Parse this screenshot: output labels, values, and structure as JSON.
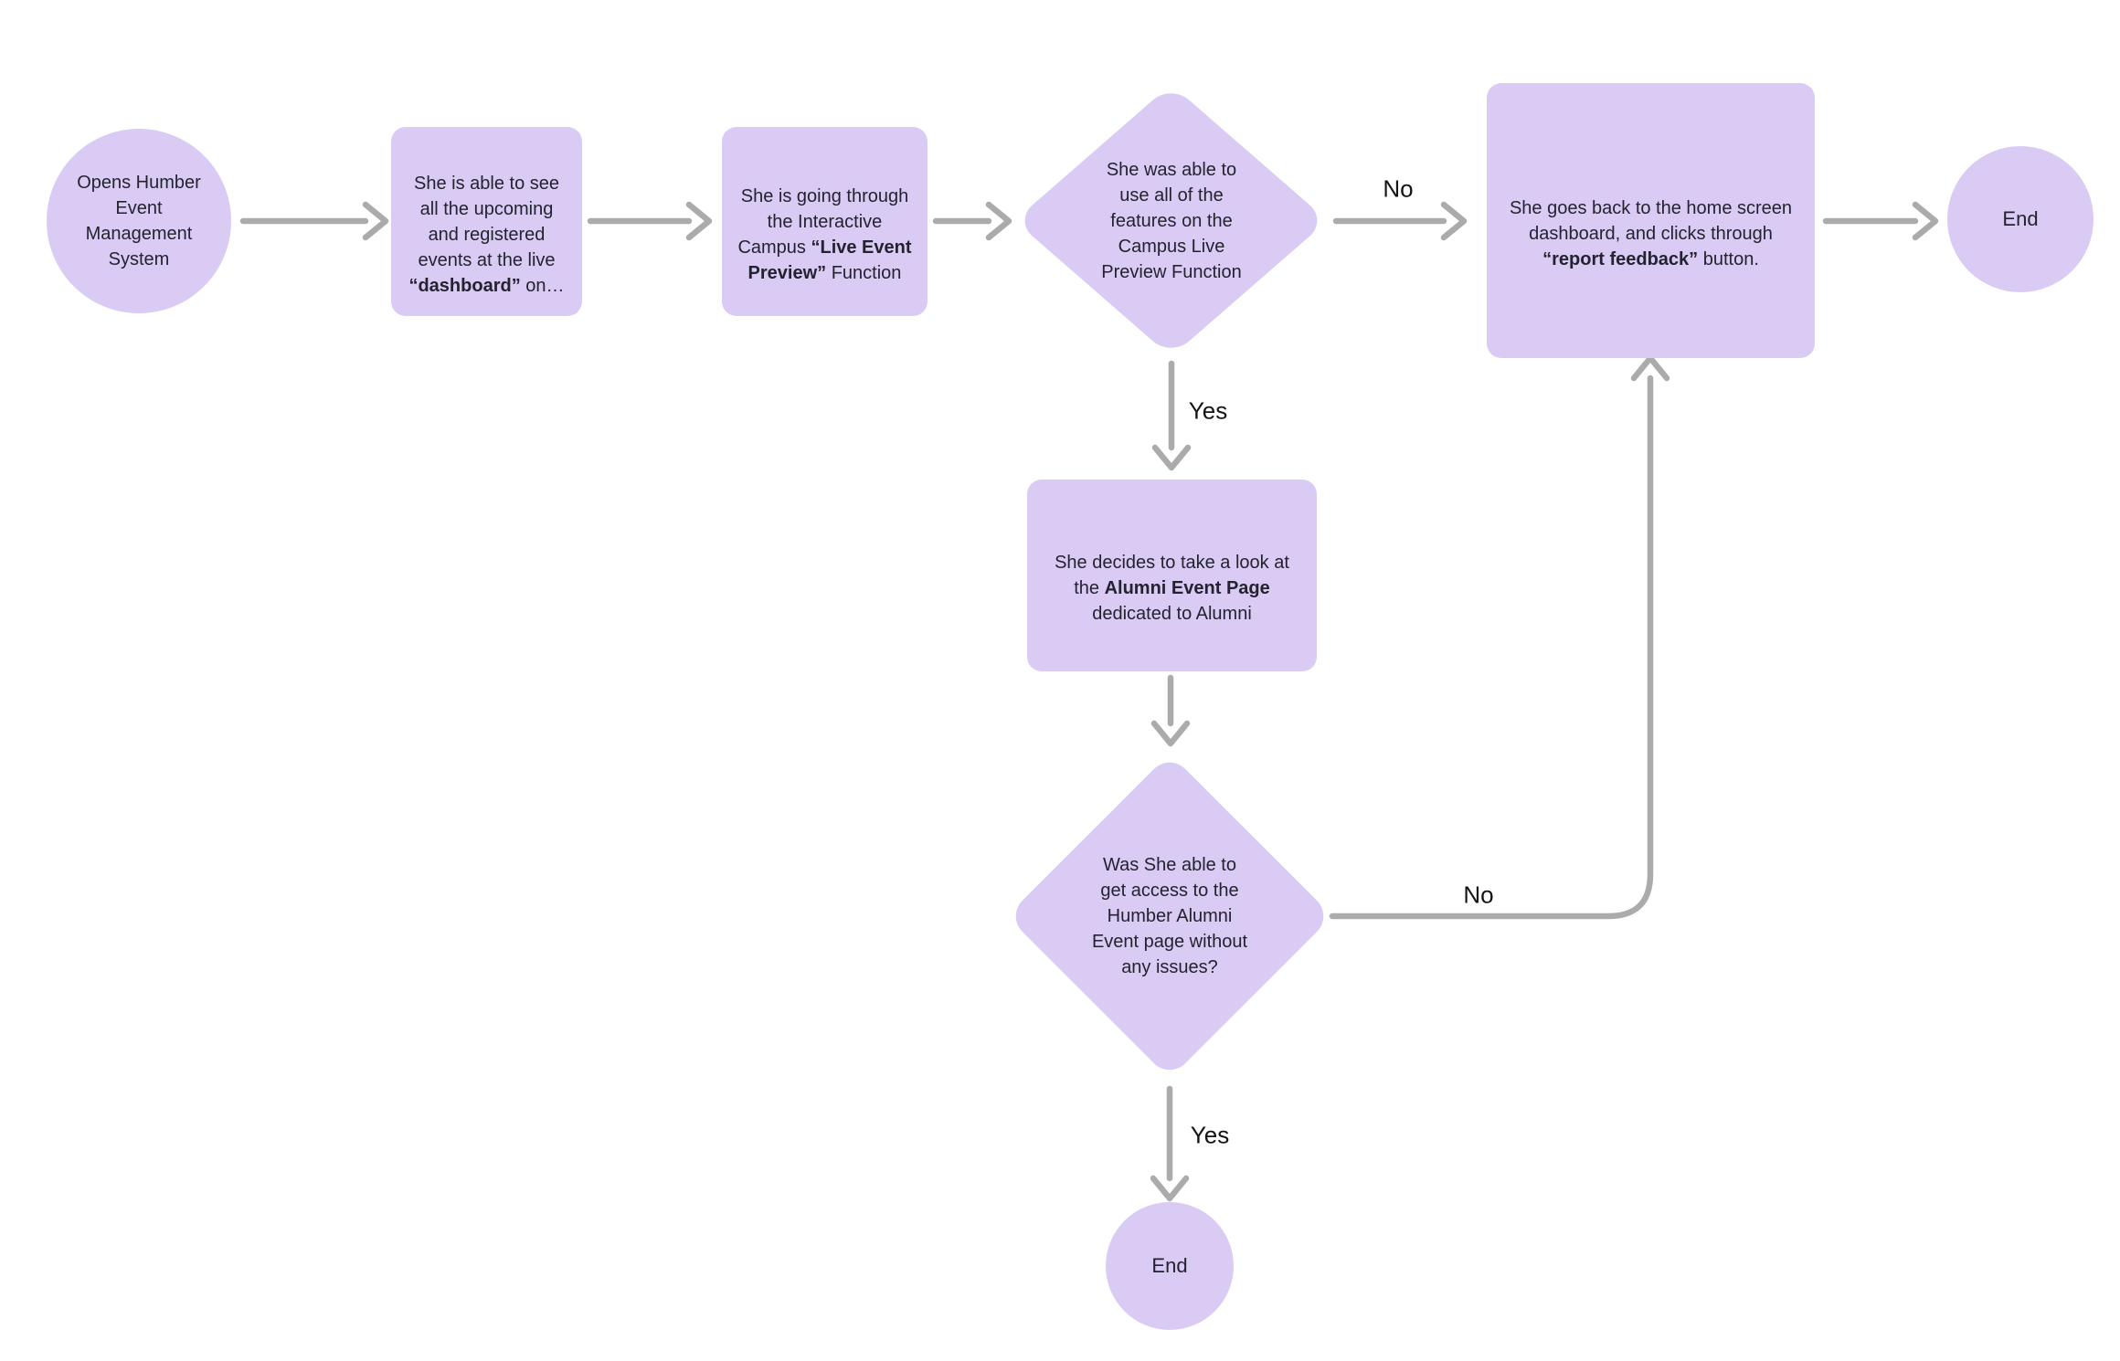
{
  "canvas": {
    "background": "#FFFFFF",
    "shape_fill": "#DACBF4",
    "arrow_color": "#ABABAB",
    "node_text_color": "#232330",
    "label_text_color": "#141418"
  },
  "nodes": {
    "start": {
      "text": "Opens Humber\nEvent\nManagement\nSystem"
    },
    "dashboard_step": {
      "pre": "She is able to see\nall the upcoming\nand registered\nevents at the live\n",
      "bold": "“dashboard”",
      "post": " on…"
    },
    "live_preview_step": {
      "pre": "She is going through\nthe Interactive\nCampus ",
      "bold": "“Live Event\nPreview”",
      "post": " Function"
    },
    "features_decision": {
      "text": "She was able to\nuse all of the\nfeatures on the\nCampus Live\nPreview Function"
    },
    "report_feedback_step": {
      "pre": "She goes back to the home screen\ndashboard, and clicks through\n",
      "bold": "“report feedback”",
      "post": " button."
    },
    "end_top": {
      "text": "End"
    },
    "alumni_page_step": {
      "pre": "She decides to take a look at\nthe ",
      "bold": "Alumni Event Page",
      "post": "\ndedicated to Alumni"
    },
    "alumni_access_decision": {
      "text": "Was She able to\nget access to the\nHumber Alumni\nEvent page without\nany issues?"
    },
    "end_bottom": {
      "text": "End"
    }
  },
  "edge_labels": {
    "no_top": "No",
    "yes_top": "Yes",
    "no_return": "No",
    "yes_bottom": "Yes"
  }
}
